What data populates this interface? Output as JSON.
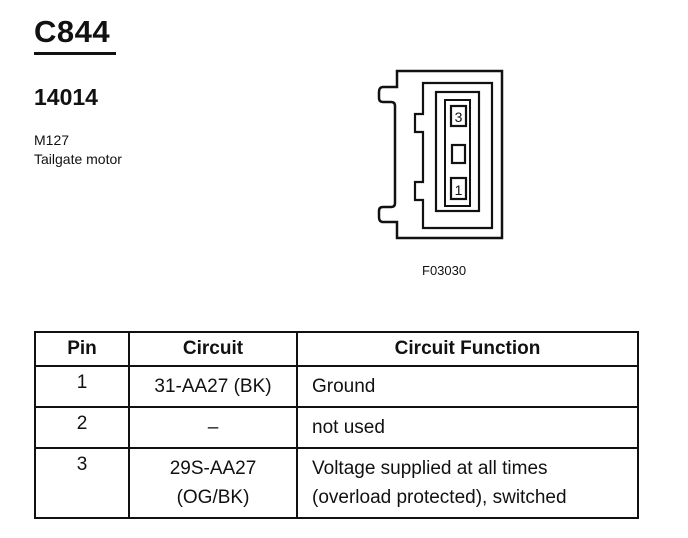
{
  "header": {
    "connector_id": "C844",
    "part_number": "14014",
    "component_code": "M127",
    "component_description": "Tailgate motor"
  },
  "diagram": {
    "figure_id": "F03030",
    "cavity_labels": [
      "3",
      "1"
    ]
  },
  "table": {
    "headers": {
      "pin": "Pin",
      "circuit": "Circuit",
      "function": "Circuit Function"
    },
    "rows": [
      {
        "pin": "1",
        "circuit_lines": [
          "31-AA27 (BK)"
        ],
        "function_lines": [
          "Ground"
        ]
      },
      {
        "pin": "2",
        "circuit_lines": [
          "–"
        ],
        "function_lines": [
          "not used"
        ]
      },
      {
        "pin": "3",
        "circuit_lines": [
          "29S-AA27",
          "(OG/BK)"
        ],
        "function_lines": [
          "Voltage supplied at all times",
          "(overload protected), switched"
        ]
      }
    ]
  }
}
